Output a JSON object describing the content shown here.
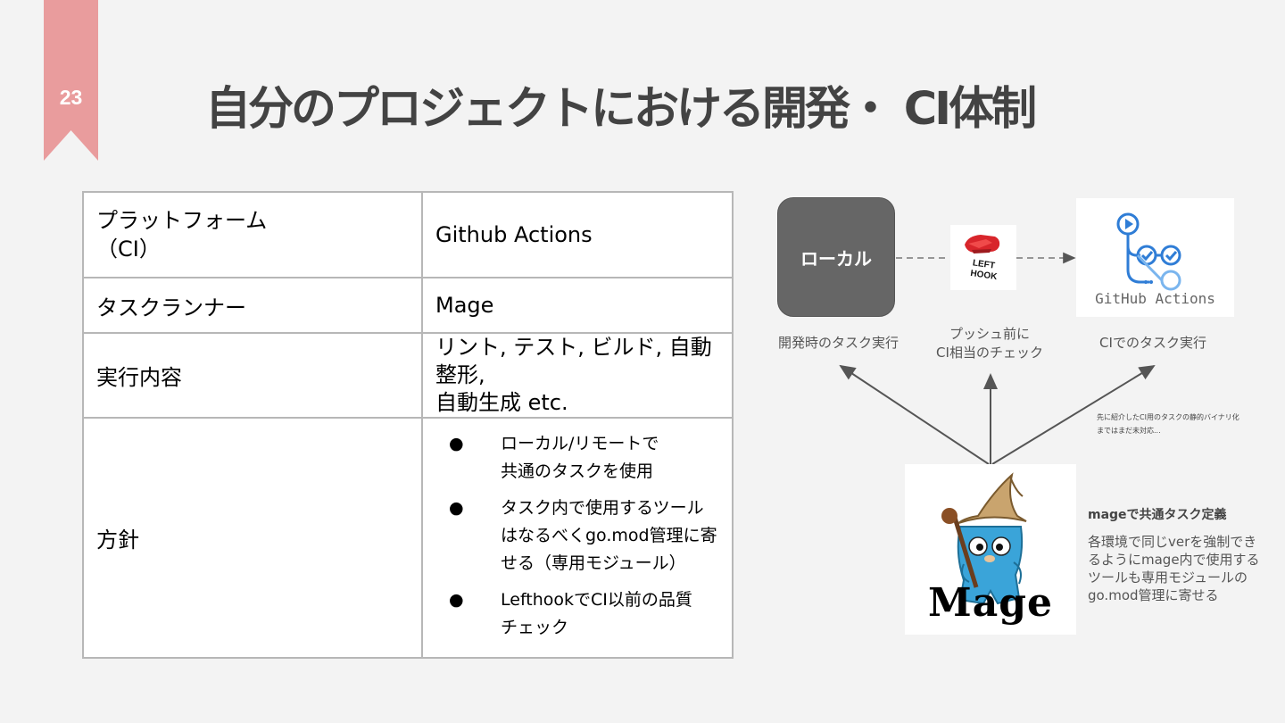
{
  "slide": {
    "page_number": "23",
    "title": "自分のプロジェクトにおける開発・ CI体制",
    "accent_color": "#e99c9d"
  },
  "table": {
    "rows": [
      {
        "key_line1": "プラットフォーム",
        "key_line2": "（CI）",
        "value": "Github Actions"
      },
      {
        "key": "タスクランナー",
        "value": "Mage"
      },
      {
        "key": "実行内容",
        "value_line1": "リント, テスト, ビルド, 自動整形,",
        "value_line2": "自動生成 etc."
      },
      {
        "key": "方針",
        "bullets": [
          {
            "line1": "ローカル/リモートで",
            "line2": "共通のタスクを使用"
          },
          {
            "line1": "タスク内で使用するツール",
            "line2": "はなるべくgo.mod管理に寄",
            "line3": "せる（専用モジュール）"
          },
          {
            "line1": "LefthookでCI以前の品質",
            "line2": "チェック"
          }
        ]
      }
    ],
    "bullet_glyph": "●"
  },
  "diagram": {
    "local_label": "ローカル",
    "local_caption": "開発時のタスク実行",
    "lefthook_logo_text": "LEFT HOOK",
    "lefthook_caption_line1": "プッシュ前に",
    "lefthook_caption_line2": "CI相当のチェック",
    "gha_logo_text": "GitHub Actions",
    "gha_caption": "CIでのタスク実行",
    "note_line1": "先に紹介したCI用のタスクの静的バイナリ化",
    "note_line2": "まではまだ未対応...",
    "mage_logo_text": "Mage",
    "mage_heading": "mageで共通タスク定義",
    "mage_desc": [
      "各環境で同じverを強制でき",
      "るようにmage内で使用する",
      "ツールも専用モジュールの",
      "go.mod管理に寄せる"
    ]
  }
}
